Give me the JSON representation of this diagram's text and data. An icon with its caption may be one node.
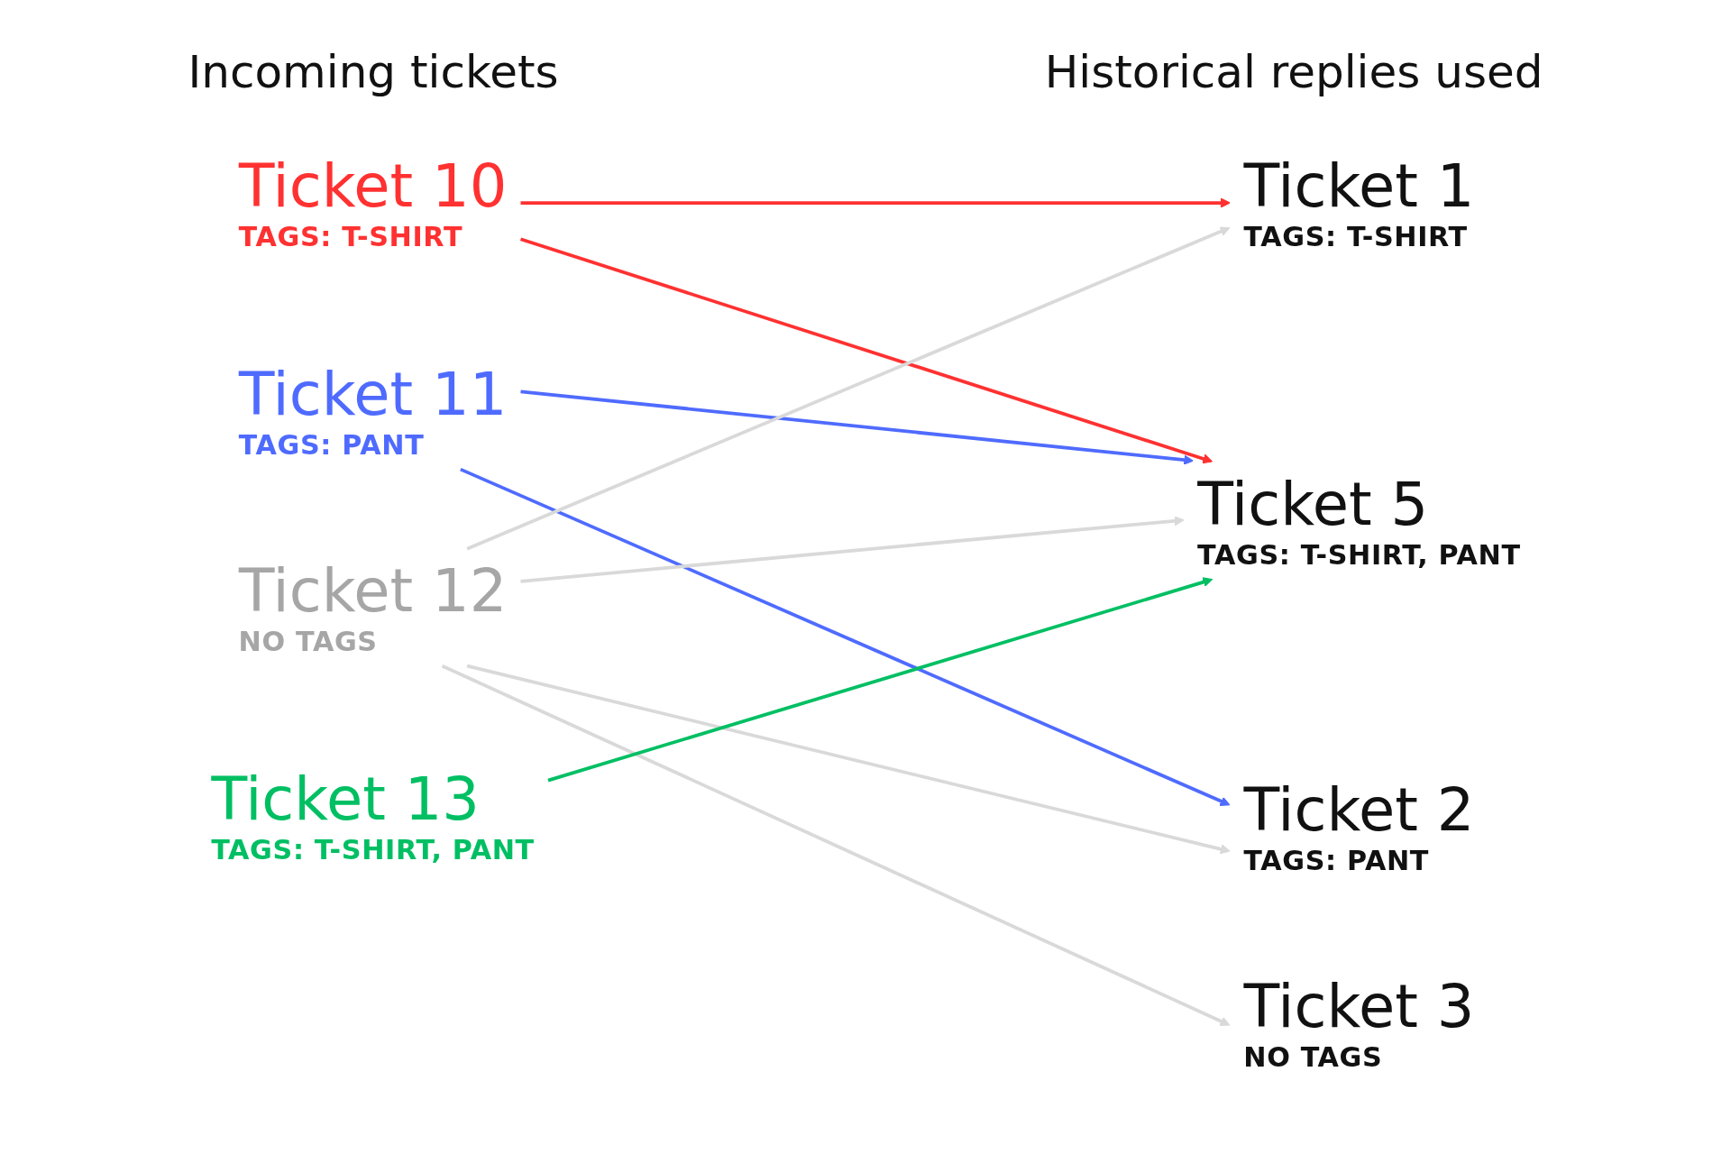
{
  "diagram": {
    "nodes": [
      {
        "text": [
          "Ticket 10",
          "TAGS: T-SHIRT"
        ]
      },
      {
        "text": [
          "Ticket 11",
          "TAGS: PANT"
        ]
      },
      {
        "text": [
          "Ticket 12",
          "NO TAGS"
        ]
      },
      {
        "text": [
          "Ticket 13",
          "TAGS: T-SHIRT, PANT"
        ]
      },
      {
        "text": [
          "Ticket 1",
          "TAGS: T-SHIRT"
        ]
      },
      {
        "text": [
          "Ticket 2",
          "TAGS: PANT"
        ]
      },
      {
        "text": [
          "Ticket 3",
          "NO TAGS"
        ]
      },
      {
        "text": [
          "Ticket 5",
          "TAGS: T-SHIRT, PANT"
        ]
      }
    ],
    "edges": [
      {
        "from": 0,
        "to": 4,
        "arrow": "to",
        "color": "#ff3131"
      },
      {
        "from": 0,
        "to": 7,
        "arrow": "to",
        "color": "#ff3131"
      },
      {
        "from": 1,
        "to": 5,
        "arrow": "to",
        "color": "#4f6bff"
      },
      {
        "from": 1,
        "to": 7,
        "arrow": "to",
        "color": "#4f6bff"
      },
      {
        "from": 2,
        "to": 4,
        "arrow": "to"
      },
      {
        "from": 2,
        "to": 5,
        "arrow": "to"
      },
      {
        "from": 2,
        "to": 6,
        "arrow": "to"
      },
      {
        "from": 2,
        "to": 7,
        "arrow": "to"
      },
      {
        "from": 3,
        "to": 7,
        "arrow": "to",
        "color": "#00bf63"
      }
    ],
    "labels": [
      "Incoming tickets",
      "Historical replies used"
    ]
  }
}
